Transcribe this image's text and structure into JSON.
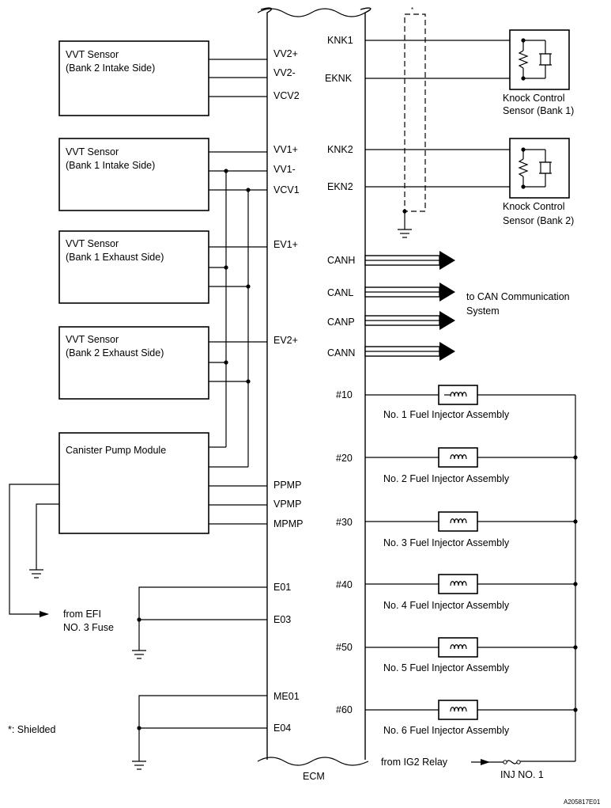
{
  "ecm": {
    "label": "ECM"
  },
  "components": {
    "vvt_b2_intake": [
      "VVT Sensor",
      "(Bank 2 Intake Side)"
    ],
    "vvt_b1_intake": [
      "VVT Sensor",
      "(Bank 1 Intake Side)"
    ],
    "vvt_b1_exhaust": [
      "VVT Sensor",
      "(Bank 1 Exhaust Side)"
    ],
    "vvt_b2_exhaust": [
      "VVT Sensor",
      "(Bank 2 Exhaust Side)"
    ],
    "canister_pump": "Canister Pump Module",
    "knock_b1": [
      "Knock Control",
      "Sensor (Bank 1)"
    ],
    "knock_b2": [
      "Knock Control",
      "Sensor (Bank 2)"
    ],
    "injectors": [
      "No. 1 Fuel Injector Assembly",
      "No. 2 Fuel Injector Assembly",
      "No. 3 Fuel Injector Assembly",
      "No. 4 Fuel Injector Assembly",
      "No. 5 Fuel Injector Assembly",
      "No. 6 Fuel Injector Assembly"
    ]
  },
  "pins_left": {
    "vv2p": "VV2+",
    "vv2m": "VV2-",
    "vcv2": "VCV2",
    "vv1p": "VV1+",
    "vv1m": "VV1-",
    "vcv1": "VCV1",
    "ev1p": "EV1+",
    "ev2p": "EV2+",
    "ppmp": "PPMP",
    "vpmp": "VPMP",
    "mpmp": "MPMP",
    "e01": "E01",
    "e03": "E03",
    "me01": "ME01",
    "e04": "E04"
  },
  "pins_right": {
    "knk1": "KNK1",
    "eknk": "EKNK",
    "knk2": "KNK2",
    "ekn2": "EKN2",
    "canh": "CANH",
    "canl": "CANL",
    "canp": "CANP",
    "cann": "CANN",
    "inj": [
      "#10",
      "#20",
      "#30",
      "#40",
      "#50",
      "#60"
    ]
  },
  "labels": {
    "can_to": [
      "to CAN Communication",
      "System"
    ],
    "efi_from": [
      "from EFI",
      "NO. 3 Fuse"
    ],
    "shield_mark": "*",
    "shielded_note": "*: Shielded",
    "ig2_from": "from IG2 Relay",
    "inj_fuse": "INJ NO. 1",
    "figure_id": "A205817E01"
  }
}
